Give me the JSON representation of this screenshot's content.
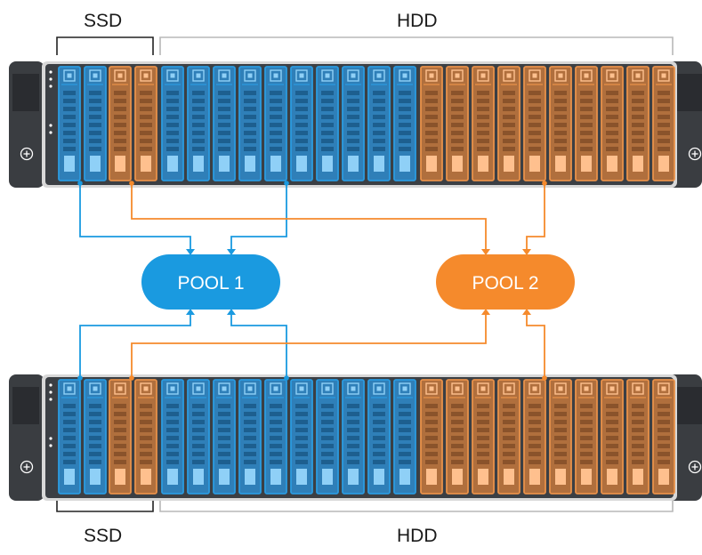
{
  "labels": {
    "top_ssd": "SSD",
    "top_hdd": "HDD",
    "bottom_ssd": "SSD",
    "bottom_hdd": "HDD"
  },
  "pools": [
    {
      "label": "POOL 1",
      "color": "#1a9ae0"
    },
    {
      "label": "POOL 2",
      "color": "#f58a2c"
    }
  ],
  "racks": [
    {
      "name": "top-server",
      "bays": [
        "blue",
        "blue",
        "orange",
        "orange",
        "blue",
        "blue",
        "blue",
        "blue",
        "blue",
        "blue",
        "blue",
        "blue",
        "blue",
        "blue",
        "orange",
        "orange",
        "orange",
        "orange",
        "orange",
        "orange",
        "orange",
        "orange",
        "orange",
        "orange"
      ]
    },
    {
      "name": "bottom-server",
      "bays": [
        "blue",
        "blue",
        "orange",
        "orange",
        "blue",
        "blue",
        "blue",
        "blue",
        "blue",
        "blue",
        "blue",
        "blue",
        "blue",
        "blue",
        "orange",
        "orange",
        "orange",
        "orange",
        "orange",
        "orange",
        "orange",
        "orange",
        "orange",
        "orange"
      ]
    }
  ],
  "colors": {
    "blue": "#2b9be0",
    "orange": "#e8914a",
    "chassis": "#3b3f44",
    "bracket_ssd": "#222222",
    "bracket_hdd": "#b8b8b8"
  },
  "icons": {
    "rack_ear": "plus-circle-icon",
    "status_leds": "led-dots-icon"
  }
}
